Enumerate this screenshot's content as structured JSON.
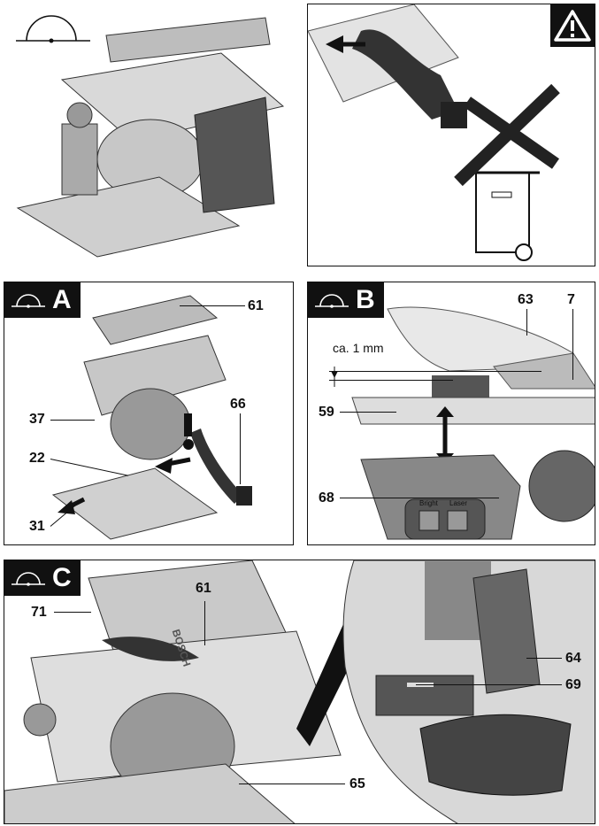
{
  "panels": {
    "top_left": {
      "icon": "protractor-icon"
    },
    "top_right": {
      "icon": "warning-icon"
    },
    "a": {
      "letter": "A",
      "callouts": [
        "61",
        "37",
        "66",
        "22",
        "31"
      ]
    },
    "b": {
      "letter": "B",
      "callouts": [
        "63",
        "7",
        "59",
        "68"
      ],
      "gap_text": "ca. 1 mm",
      "switch_text": [
        "Bright",
        "Laser"
      ]
    },
    "c": {
      "letter": "C",
      "callouts": [
        "61",
        "71",
        "64",
        "69",
        "65"
      ],
      "brand": "BOSCH"
    }
  }
}
